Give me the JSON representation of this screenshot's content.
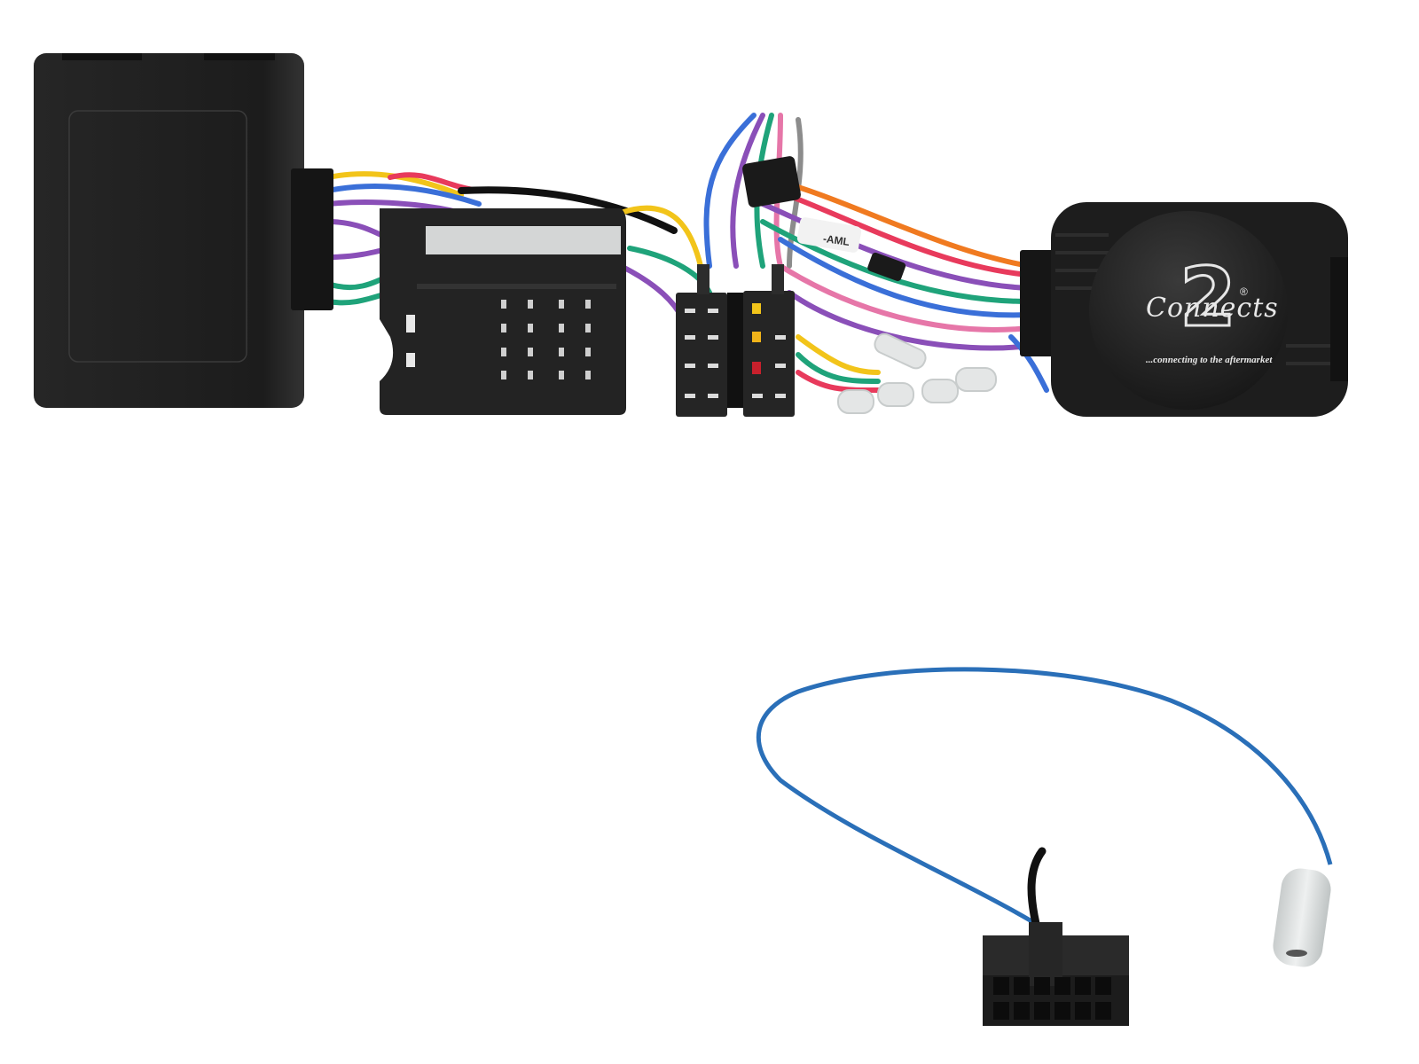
{
  "image": {
    "description": "Product photo of a steering wheel control interface harness with connectors and an antenna adapter lead",
    "background": "#ffffff"
  },
  "brand": {
    "logo_number": "2",
    "logo_script": "Connects",
    "registered_mark": "®",
    "tagline": "...connecting to the aftermarket"
  },
  "harness_label": "-AML",
  "components": [
    {
      "name": "interface-module-box",
      "color": "#1c1c1c"
    },
    {
      "name": "quadlock-connector",
      "color": "#222222"
    },
    {
      "name": "iso-connector-pair",
      "color": "#242424"
    },
    {
      "name": "spade-terminals",
      "count": 4
    },
    {
      "name": "control-box",
      "color": "#1a1a1a"
    },
    {
      "name": "patch-lead-connector",
      "color": "#1e1e1e"
    },
    {
      "name": "antenna-plug",
      "color": "#d8dcdc"
    }
  ],
  "wire_colors": [
    "#8a4fb8",
    "#3a6fd8",
    "#f2c41a",
    "#e83a5c",
    "#1fa37a",
    "#f07a20",
    "#8c8c8c",
    "#111111",
    "#e676a8"
  ],
  "patch_lead_color": "#2a6fb8"
}
